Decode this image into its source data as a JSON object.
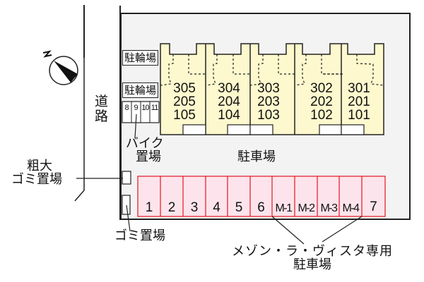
{
  "colors": {
    "lot_background": "#f3f3f3",
    "building_fill": "#fdf8cd",
    "parking_fill": "#fde4ec",
    "parking_border": "#e8141e",
    "line": "#222222"
  },
  "compass": {
    "label": "N",
    "icon": "north-arrow-icon"
  },
  "road": {
    "label_line1": "道",
    "label_line2": "路"
  },
  "bicycle_parking": [
    {
      "label": "駐輪場"
    },
    {
      "label": "駐輪場"
    }
  ],
  "bike_slots": [
    "8",
    "9",
    "10",
    "11"
  ],
  "motorbike_parking": {
    "label_line1": "バイク",
    "label_line2": "置場"
  },
  "building": {
    "units": [
      {
        "floors": [
          "305",
          "205",
          "105"
        ]
      },
      {
        "floors": [
          "304",
          "204",
          "104"
        ]
      },
      {
        "floors": [
          "303",
          "203",
          "103"
        ]
      },
      {
        "floors": [
          "302",
          "202",
          "102"
        ]
      },
      {
        "floors": [
          "301",
          "201",
          "101"
        ]
      }
    ]
  },
  "parking_lot": {
    "label": "駐車場"
  },
  "parking_spaces": [
    "1",
    "2",
    "3",
    "4",
    "5",
    "6",
    "M-1",
    "M-2",
    "M-3",
    "M-4",
    "7"
  ],
  "oversized_garbage": {
    "label_line1": "粗大",
    "label_line2": "ゴミ置場"
  },
  "garbage": {
    "label": "ゴミ置場"
  },
  "dedicated_parking_note": {
    "line1": "メゾン・ラ・ヴィスタ専用",
    "line2": "駐車場"
  }
}
